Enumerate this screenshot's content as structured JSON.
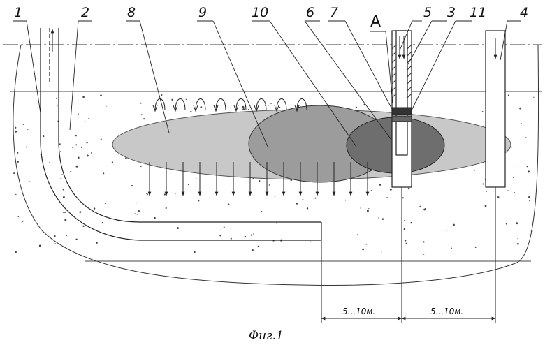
{
  "labels": {
    "l1": "1",
    "l2": "2",
    "l3": "3",
    "l4": "4",
    "l5": "5",
    "l6": "6",
    "l7": "7",
    "l8": "8",
    "l9": "9",
    "l10": "10",
    "l11": "11",
    "lA": "A"
  },
  "dimensions": {
    "left": "5...10м.",
    "right": "5...10м."
  },
  "caption": "Фиг.1",
  "colors": {
    "zone8": "#c8c8c8",
    "zone9": "#9c9c9c",
    "zone10": "#6e6e6e",
    "line": "#222222"
  }
}
